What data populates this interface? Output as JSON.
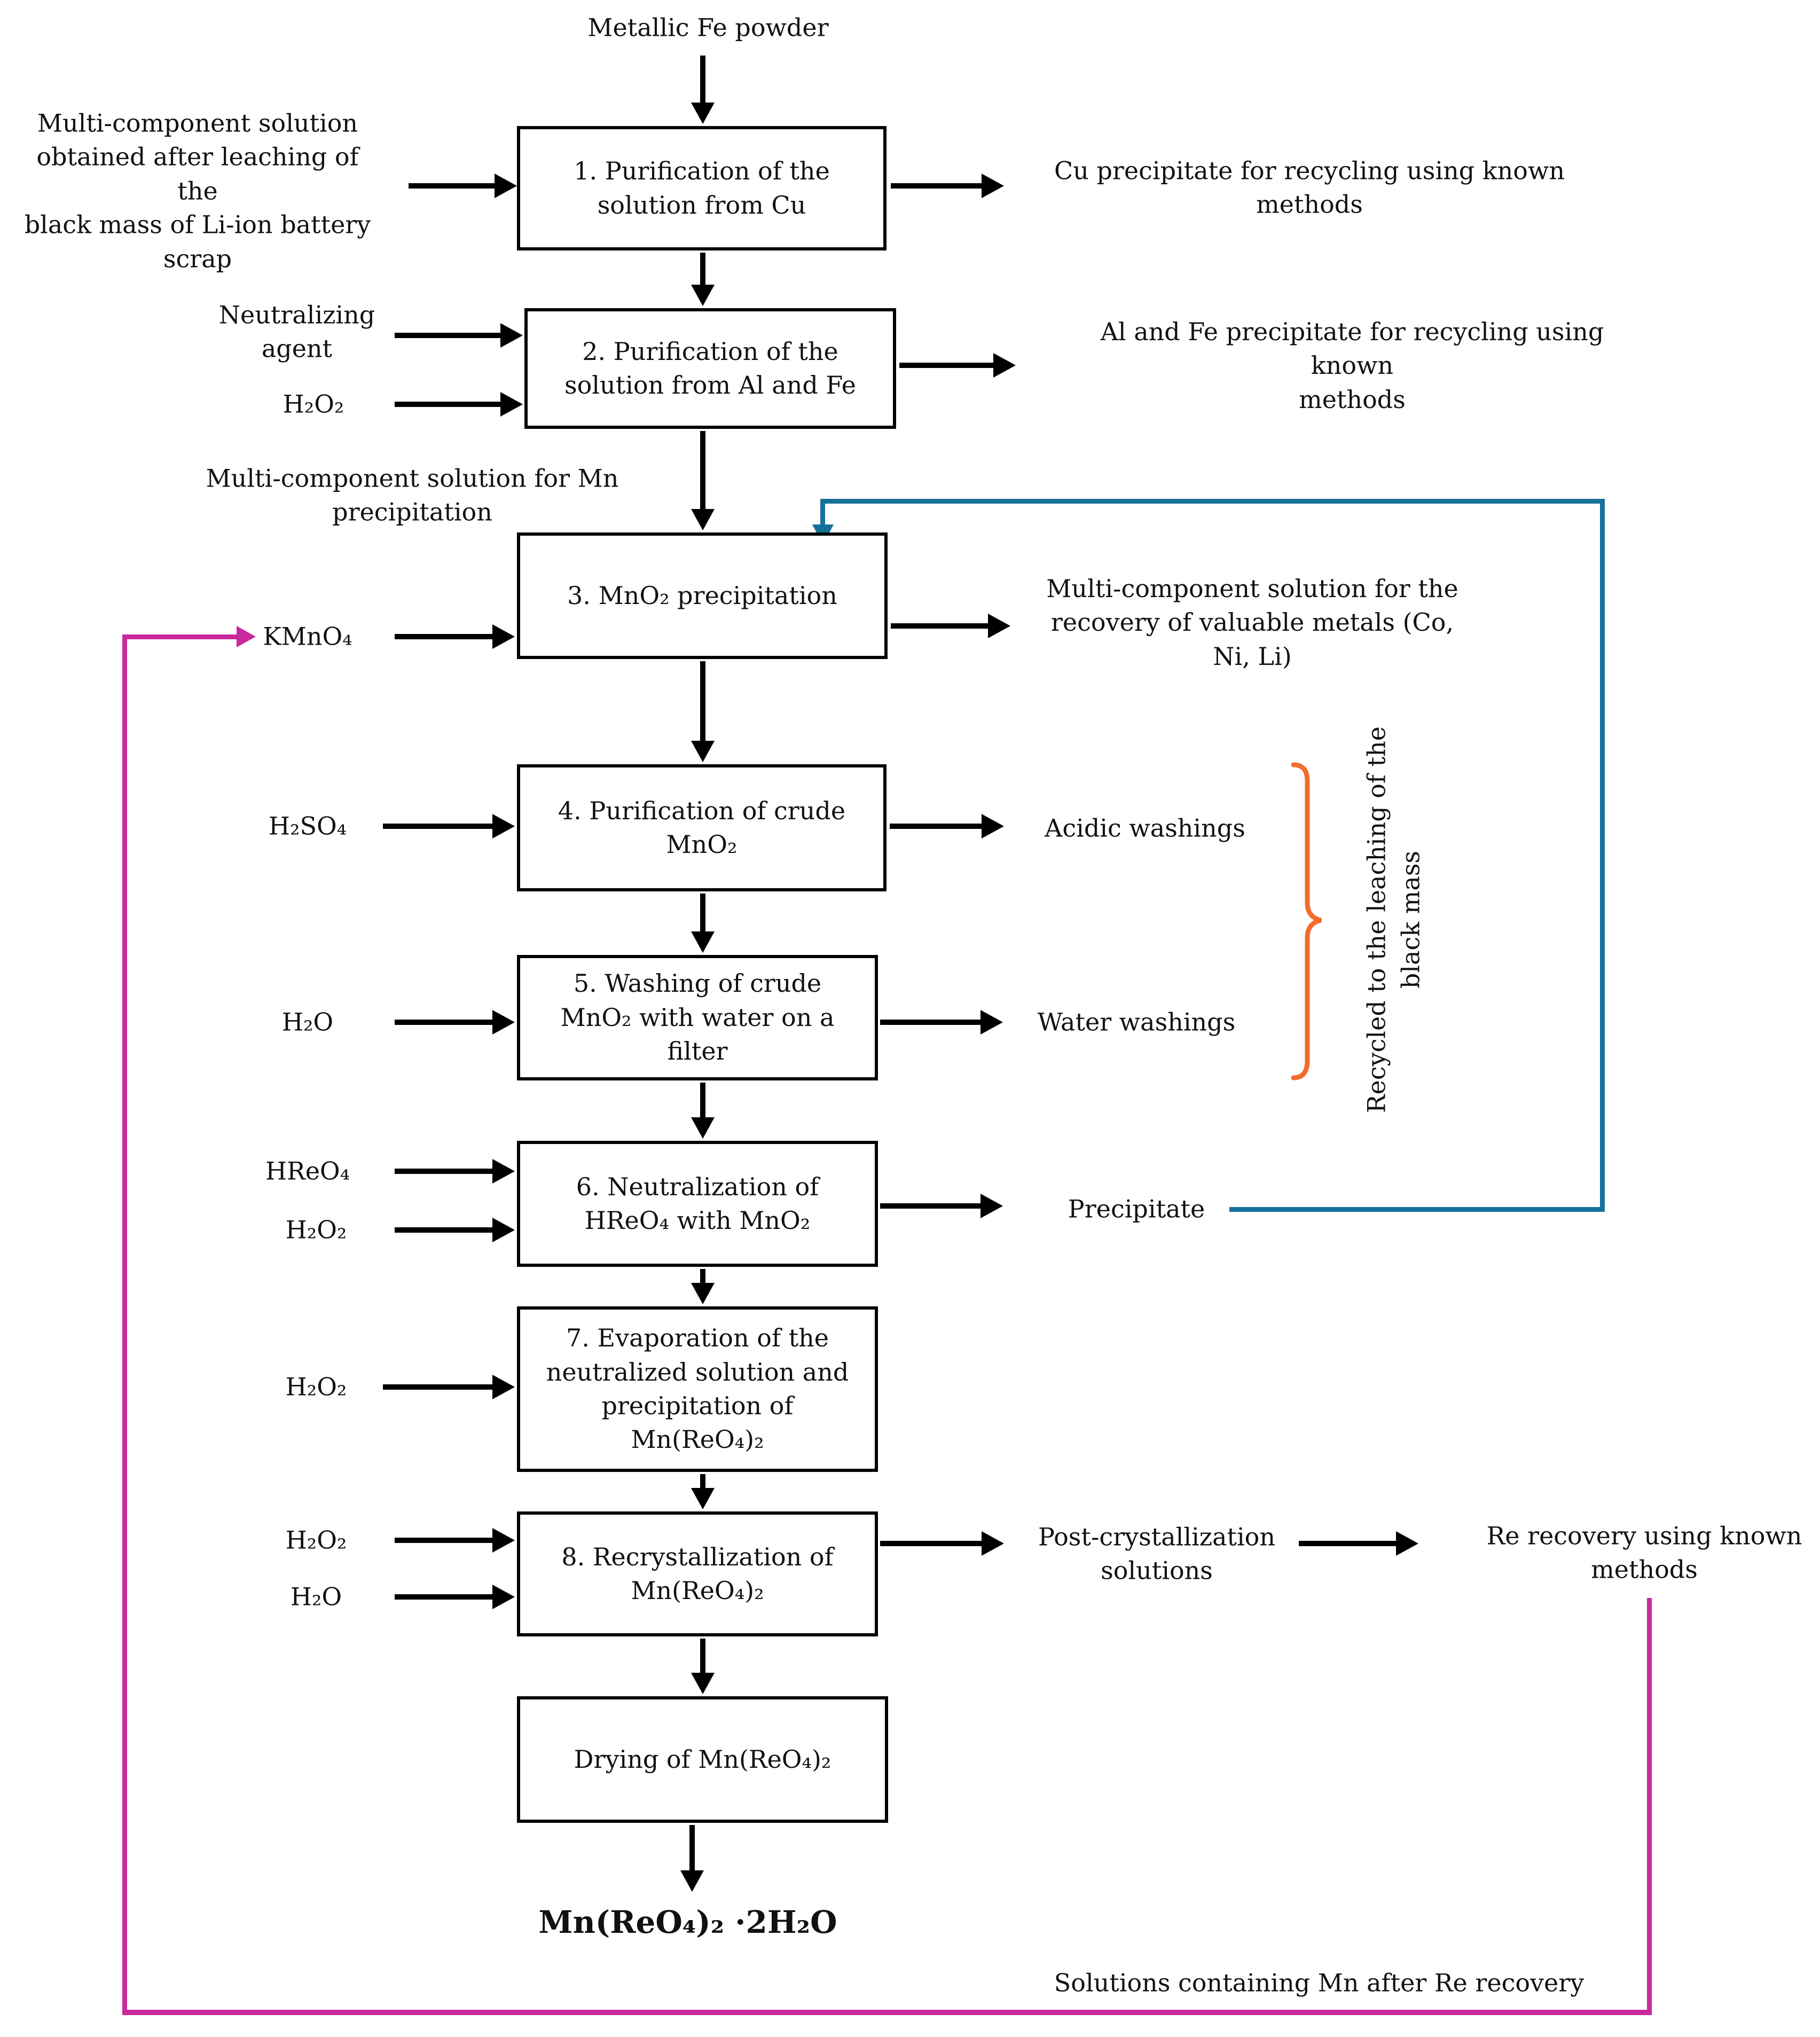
{
  "colors": {
    "flow_line": "#000000",
    "precipitate_recycle_line": "#16719a",
    "kmno4_recycle_line": "#c9299b",
    "washings_brace": "#f26d2d"
  },
  "nodes": {
    "metallic_fe": "Metallic Fe powder",
    "leach_input": "Multi-component solution\nobtained after leaching of the\nblack mass of Li-ion battery\nscrap",
    "box1": "1. Purification of the\nsolution from Cu",
    "cu_out": "Cu precipitate for recycling using known\nmethods",
    "neutralizing_agent": "Neutralizing\nagent",
    "h2o2_box2": "H₂O₂",
    "box2": "2. Purification of the\nsolution from Al and Fe",
    "alfe_out": "Al and Fe precipitate for recycling using known\nmethods",
    "mn_solution_label": "Multi-component solution for Mn\nprecipitation",
    "kmno4": "KMnO₄",
    "box3": "3. MnO₂ precipitation",
    "metals_out": "Multi-component solution for the\nrecovery of valuable metals (Co,\nNi, Li)",
    "h2so4": "H₂SO₄",
    "box4": "4. Purification of crude\nMnO₂",
    "acidic_washings": "Acidic washings",
    "h2o_box5": "H₂O",
    "box5": "5. Washing of crude\nMnO₂ with water on a\nfilter",
    "water_washings": "Water washings",
    "recycled_label": "Recycled to the leaching of the\nblack mass",
    "hreo4": "HReO₄",
    "h2o2_box6": "H₂O₂",
    "box6": "6. Neutralization of\nHReO₄ with MnO₂",
    "precipitate": "Precipitate",
    "h2o2_box7": "H₂O₂",
    "box7": "7. Evaporation of the\nneutralized solution and\nprecipitation of\nMn(ReO₄)₂",
    "h2o2_box8": "H₂O₂",
    "h2o_box8": "H₂O",
    "box8": "8. Recrystallization of\nMn(ReO₄)₂",
    "post_cryst": "Post-crystallization\nsolutions",
    "re_recovery": "Re recovery using known\nmethods",
    "box9": "Drying of Mn(ReO₄)₂",
    "final_product": "Mn(ReO₄)₂ ·2H₂O",
    "mn_after_re": "Solutions containing Mn after Re recovery"
  }
}
